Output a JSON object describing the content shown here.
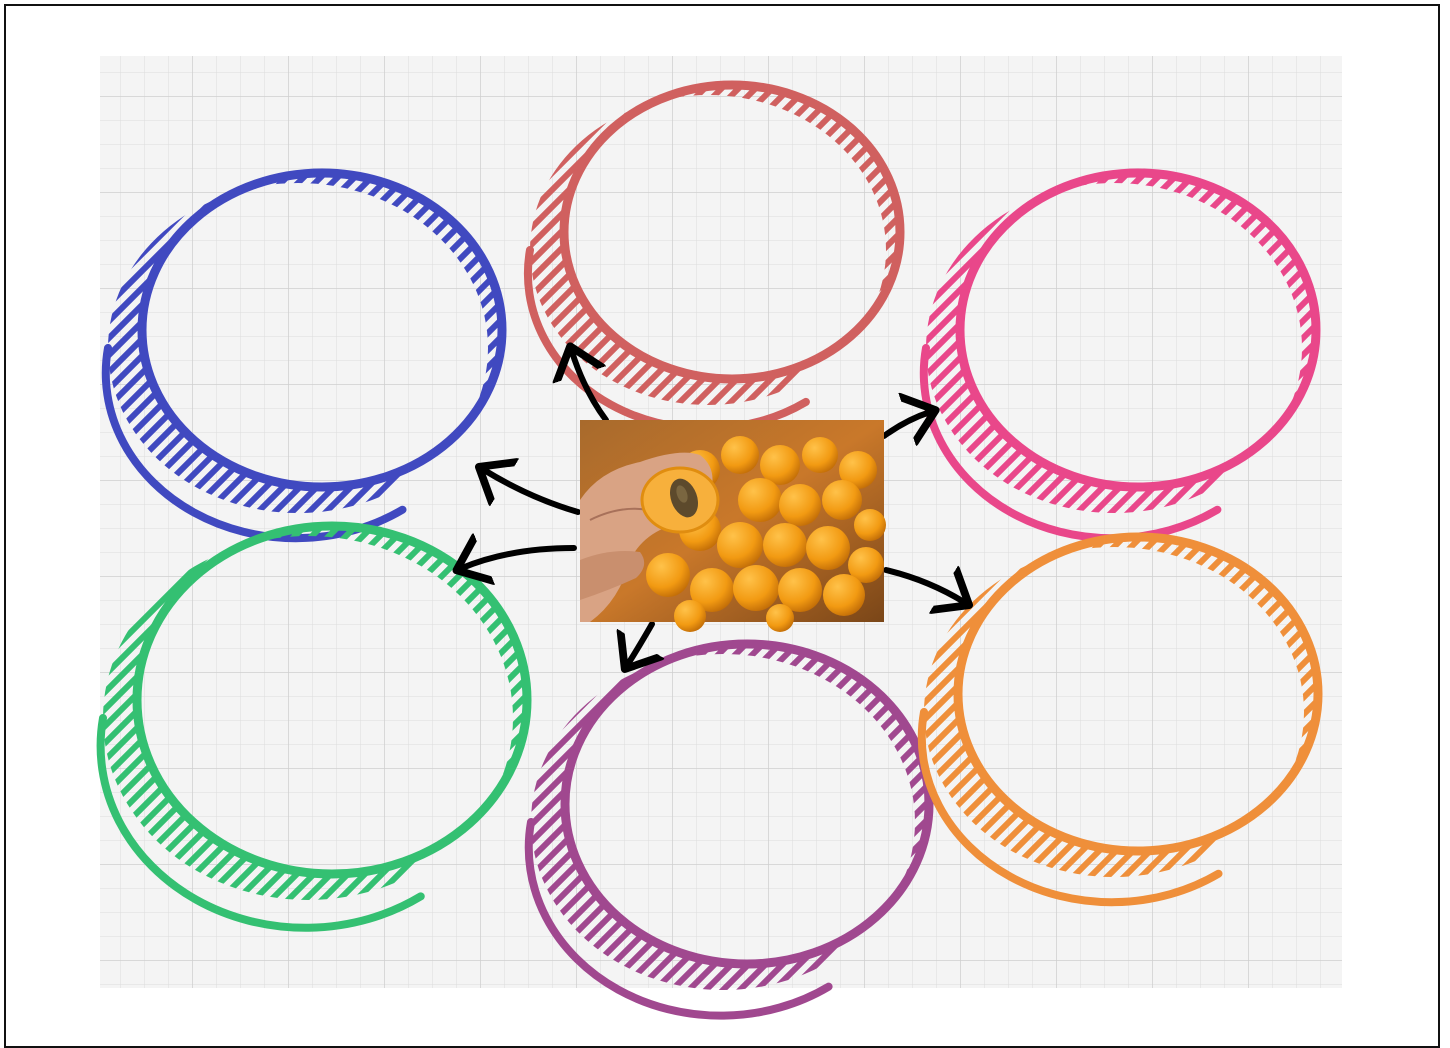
{
  "diagram": {
    "type": "bubble-map",
    "center_image": {
      "description": "",
      "icon": "fruit-photo"
    },
    "bubbles": [
      {
        "id": "top",
        "color": "#d0605f"
      },
      {
        "id": "top-left",
        "color": "#4049c0"
      },
      {
        "id": "top-right",
        "color": "#e9478a"
      },
      {
        "id": "bottom-left",
        "color": "#34c072"
      },
      {
        "id": "bottom-center",
        "color": "#a0488f"
      },
      {
        "id": "bottom-right",
        "color": "#ef8f3a"
      }
    ],
    "arrow_color": "#000000",
    "grid": {
      "on": true,
      "background": "#f4f4f4",
      "line_color": "#d9d9d9"
    }
  }
}
